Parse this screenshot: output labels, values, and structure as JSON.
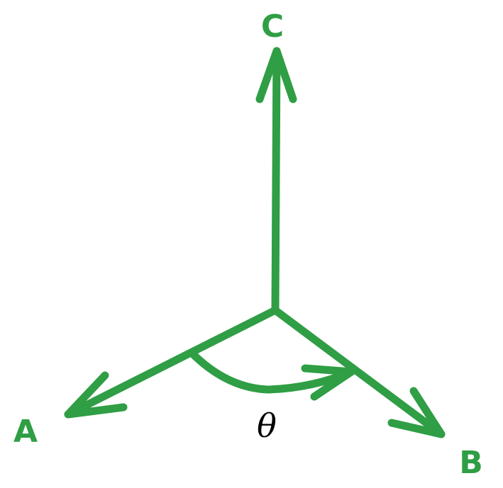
{
  "colors": {
    "vector": "#2f9e44",
    "angle_text": "#000000",
    "background": "#ffffff"
  },
  "vectors": {
    "c": {
      "label": "C"
    },
    "a": {
      "label": "A"
    },
    "b": {
      "label": "B"
    }
  },
  "angle": {
    "symbol": "θ"
  }
}
